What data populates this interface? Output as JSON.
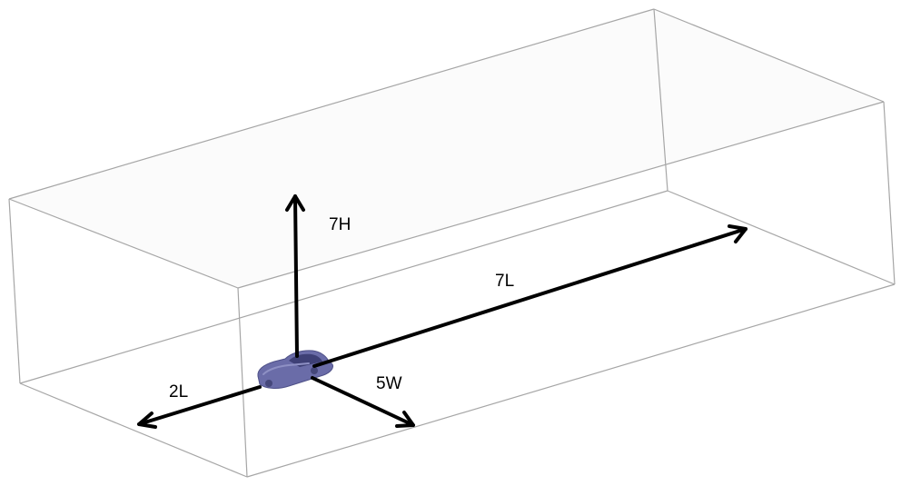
{
  "labels": {
    "height": "7H",
    "length": "7L",
    "upstream": "2L",
    "width": "5W"
  },
  "colors": {
    "box_edge": "#a6a6a6",
    "box_face": "#f3f3f3",
    "arrows": "#000000",
    "car_body": "#6a6ca8",
    "car_window": "#3e4076",
    "car_highlight": "#8e90c4"
  }
}
